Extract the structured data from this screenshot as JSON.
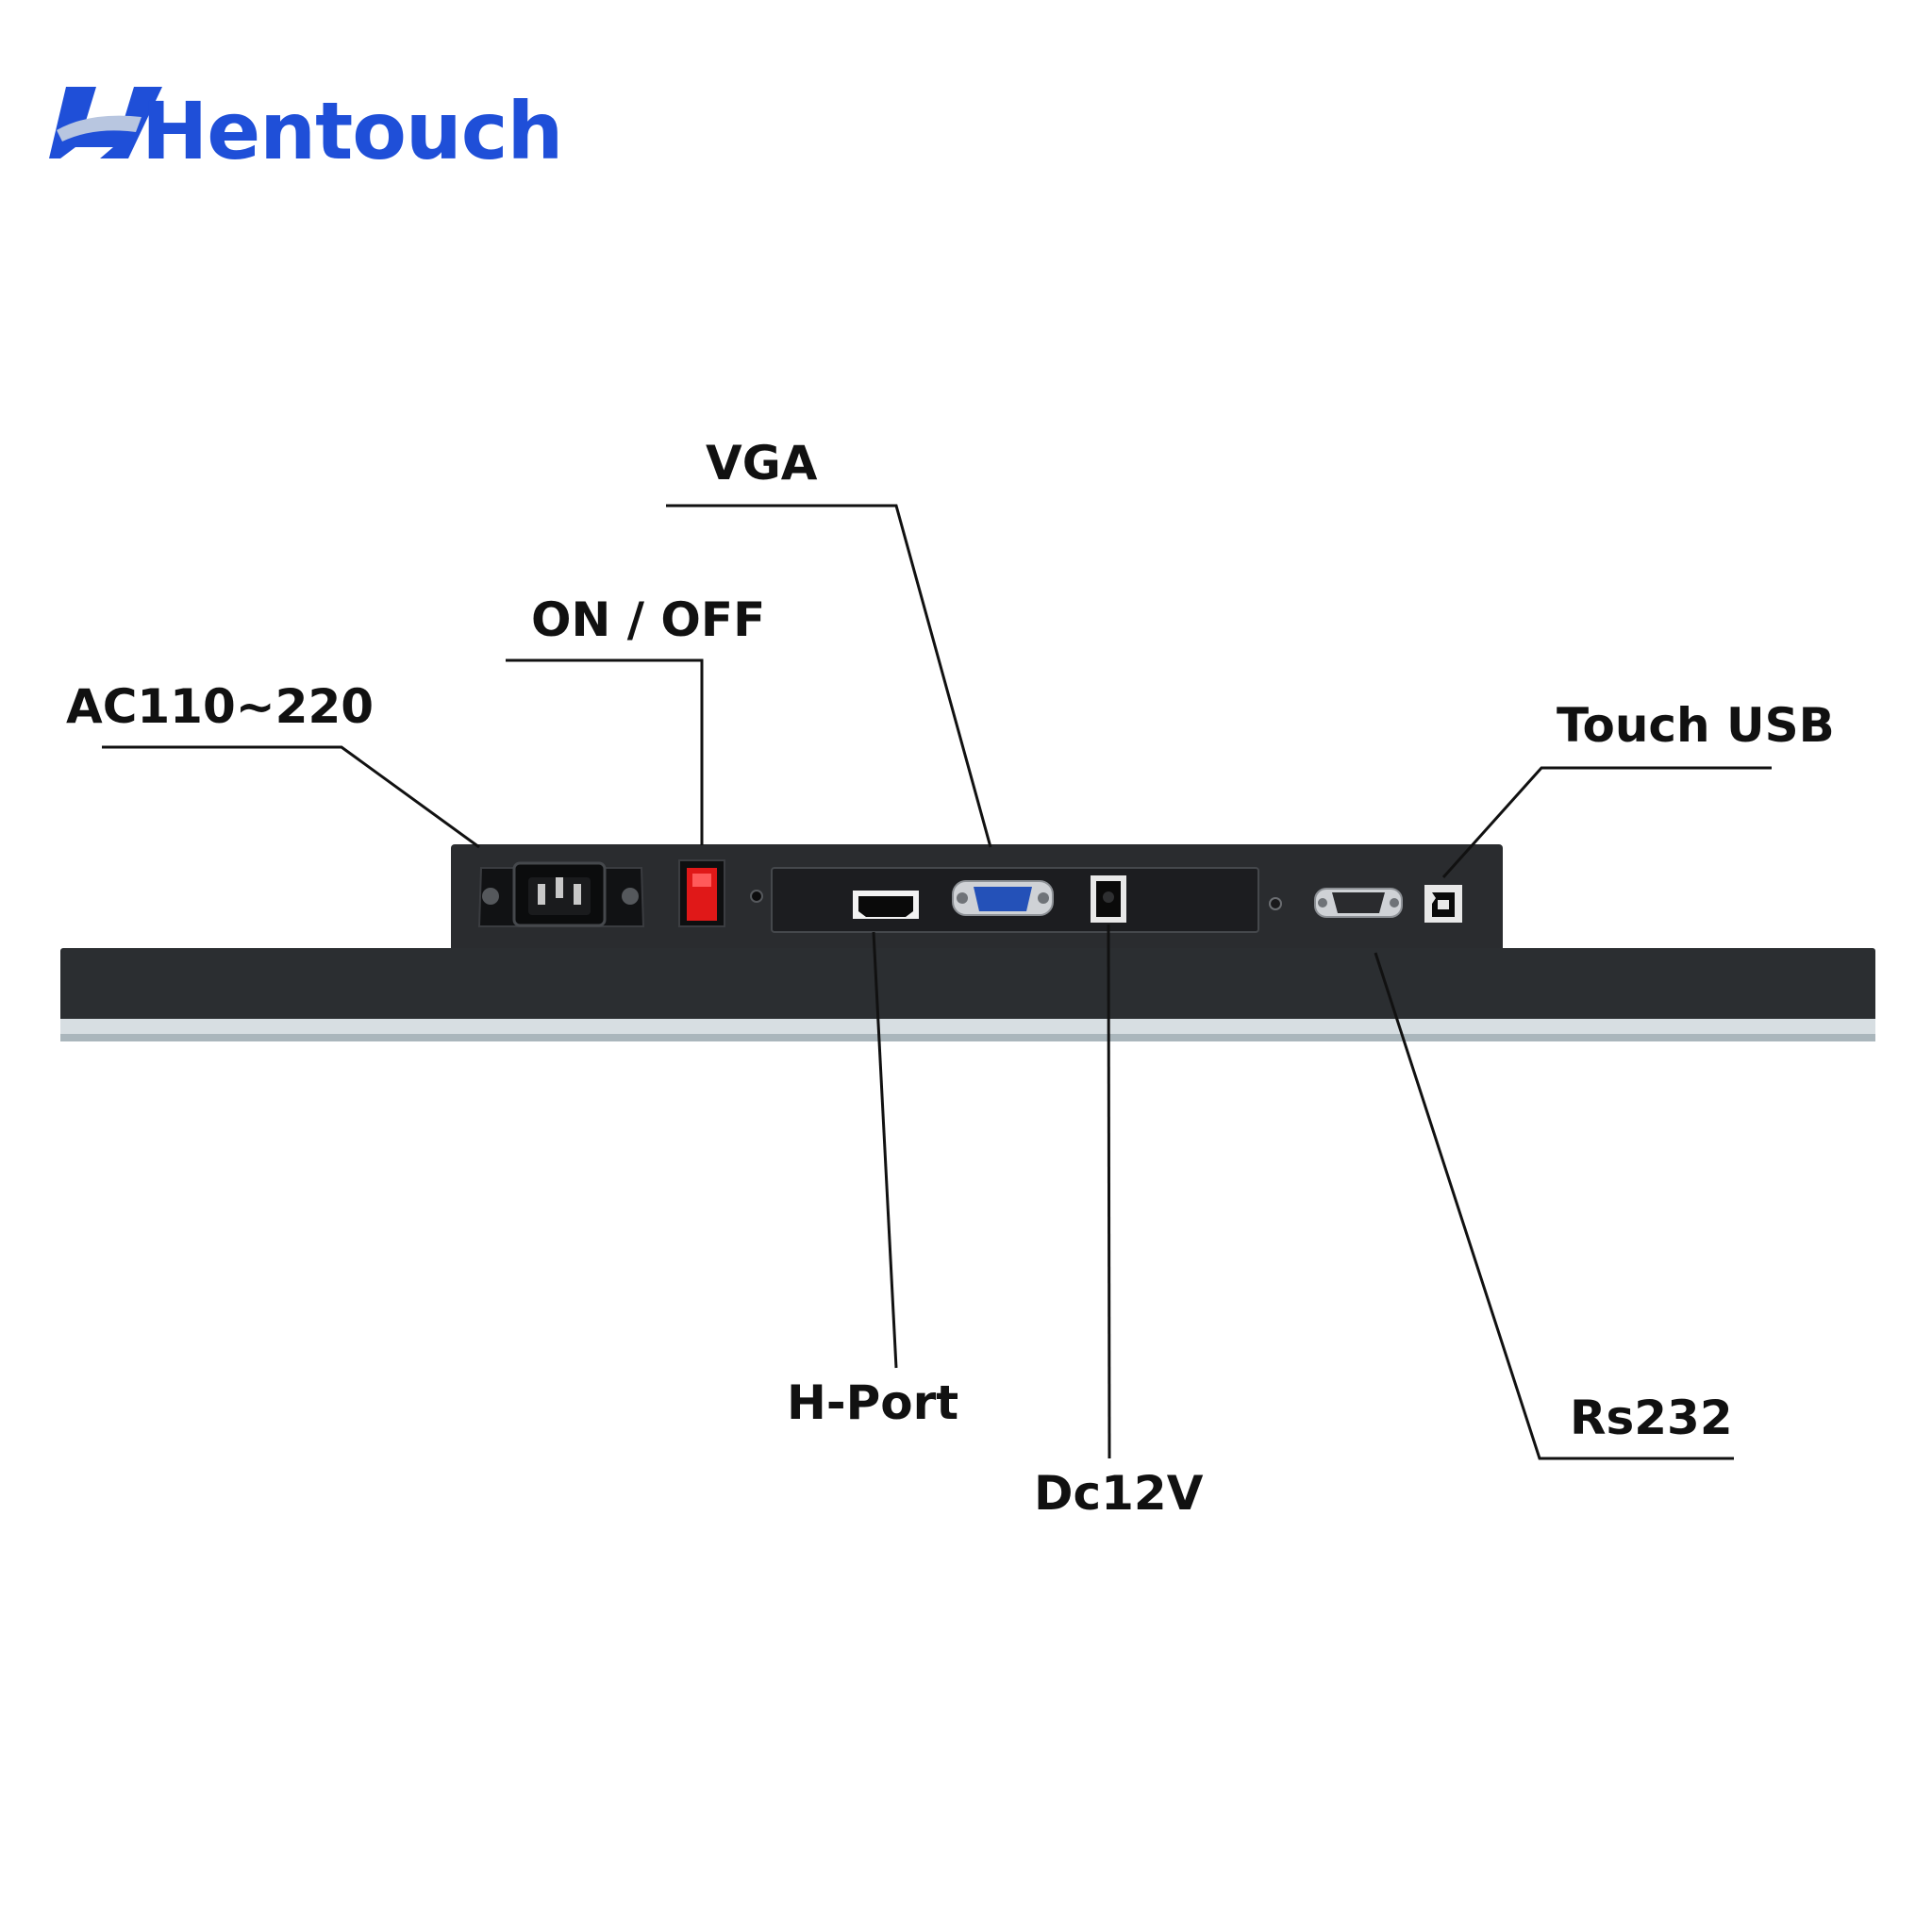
{
  "brand": {
    "name": "Hentouch",
    "logo_color": "#1f4fd8",
    "logo_accent": "#b8c6e0"
  },
  "labels": {
    "ac": "AC110~220",
    "power_switch": "ON / OFF",
    "vga": "VGA",
    "touch_usb": "Touch USB",
    "h_port": "H-Port",
    "dc": "Dc12V",
    "rs232": "Rs232"
  },
  "colors": {
    "device_body": "#2a2c2f",
    "device_panel": "#1c1d20",
    "switch_red": "#e01818",
    "vga_blue": "#2451b8",
    "glass_edge": "#c9d3d8"
  }
}
